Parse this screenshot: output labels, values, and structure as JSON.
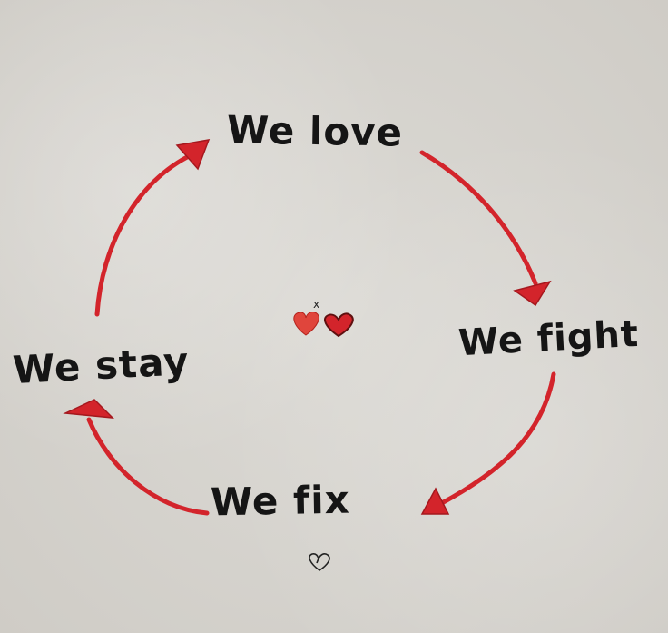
{
  "diagram": {
    "nodes": [
      {
        "id": "love",
        "label": "We love"
      },
      {
        "id": "fight",
        "label": "We fight"
      },
      {
        "id": "fix",
        "label": "We fix"
      },
      {
        "id": "stay",
        "label": "We stay"
      }
    ],
    "edges": [
      {
        "from": "love",
        "to": "fight"
      },
      {
        "from": "fight",
        "to": "fix"
      },
      {
        "from": "fix",
        "to": "stay"
      },
      {
        "from": "stay",
        "to": "love"
      }
    ],
    "center_marks": "x",
    "colors": {
      "arrow": "#d3242b",
      "ink": "#151515",
      "paper": "#d9d7d2"
    }
  }
}
